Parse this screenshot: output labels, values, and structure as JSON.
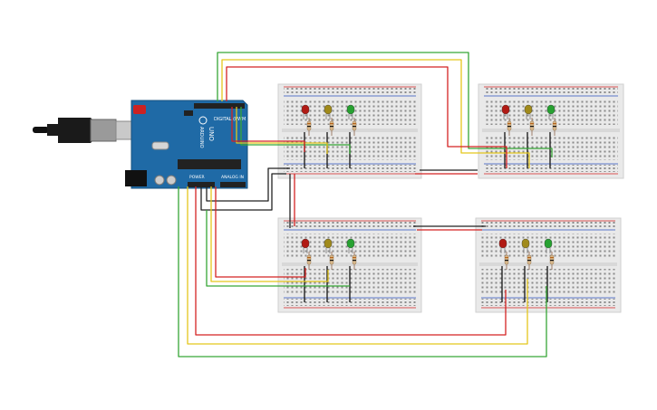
{
  "board": {
    "label_uno": "UNO",
    "label_arduino": "ARDUINO",
    "label_digital": "DIGITAL (PWM ~)",
    "label_power": "POWER",
    "label_analog": "ANALOG IN"
  },
  "breadboards": [
    {
      "name": "breadboard-1",
      "leds": [
        "red",
        "yellow",
        "green"
      ]
    },
    {
      "name": "breadboard-2",
      "leds": [
        "red",
        "yellow",
        "green"
      ]
    },
    {
      "name": "breadboard-3",
      "leds": [
        "red",
        "yellow",
        "green"
      ]
    },
    {
      "name": "breadboard-4",
      "leds": [
        "red",
        "yellow",
        "green"
      ]
    }
  ],
  "colors": {
    "background": "#ffffff",
    "breadboard": "#e9e9e9",
    "arduino": "#1f6aa6",
    "wire_red": "#d42323",
    "wire_yellow": "#e4c61c",
    "wire_green": "#37a637",
    "wire_black": "#222222",
    "led_red": "#b11a14",
    "led_yellow": "#a08a1b",
    "led_green": "#27a131"
  }
}
